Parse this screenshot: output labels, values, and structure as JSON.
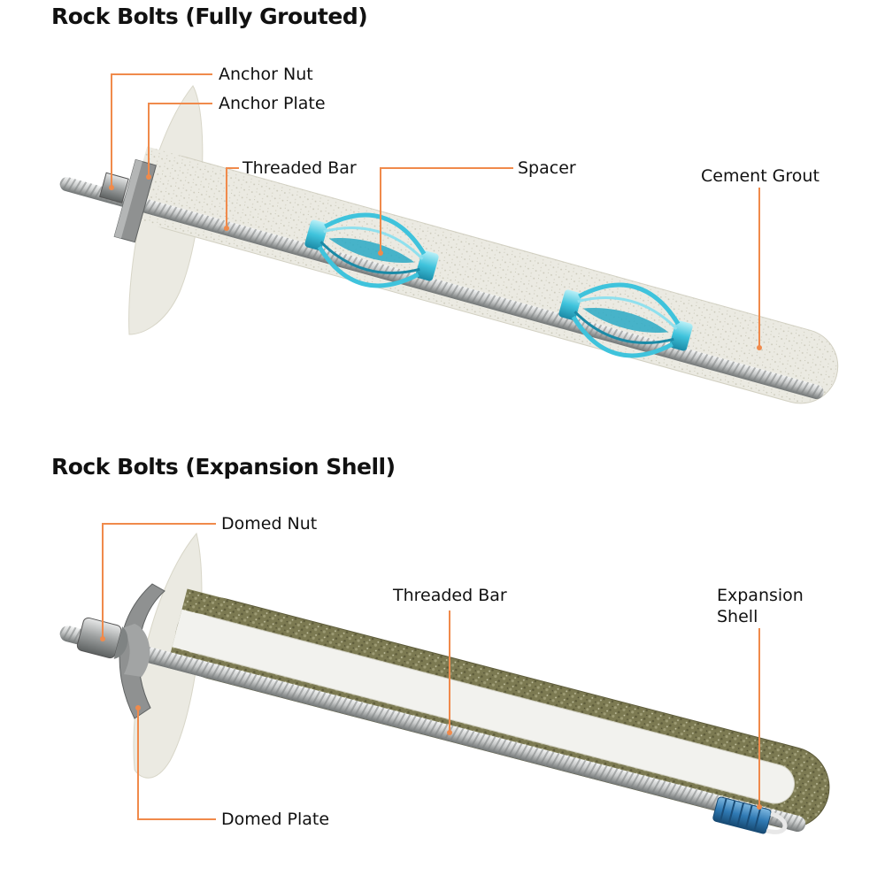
{
  "diagram1": {
    "title": "Rock Bolts (Fully Grouted)",
    "labels": {
      "anchor_nut": "Anchor Nut",
      "anchor_plate": "Anchor Plate",
      "threaded_bar": "Threaded Bar",
      "spacer": "Spacer",
      "cement_grout": "Cement Grout"
    }
  },
  "diagram2": {
    "title": "Rock Bolts (Expansion Shell)",
    "labels": {
      "domed_nut": "Domed Nut",
      "threaded_bar": "Threaded Bar",
      "expansion_shell_line1": "Expansion",
      "expansion_shell_line2": "Shell",
      "domed_plate": "Domed Plate"
    }
  },
  "colors": {
    "leader_line": "#f08a4b",
    "grout_light": "#ebeae2",
    "grout_dark": "#7c7a52",
    "steel": "#c9cbcb",
    "spacer": "#3fc3dc",
    "shell": "#2f79b3",
    "plate": "#8f9191"
  }
}
